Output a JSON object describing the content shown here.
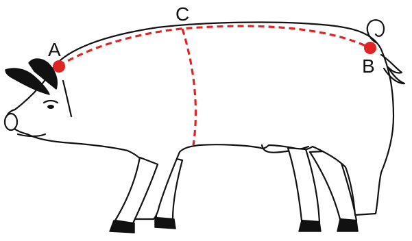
{
  "diagram": {
    "points": {
      "a": {
        "label": "A"
      },
      "b": {
        "label": "B"
      },
      "c": {
        "label": "C"
      }
    },
    "colors": {
      "measurement_line": "#e02424",
      "marker": "#e02424",
      "outline": "#111111",
      "background": "#ffffff"
    },
    "icons": {
      "subject": "pig-icon"
    }
  }
}
